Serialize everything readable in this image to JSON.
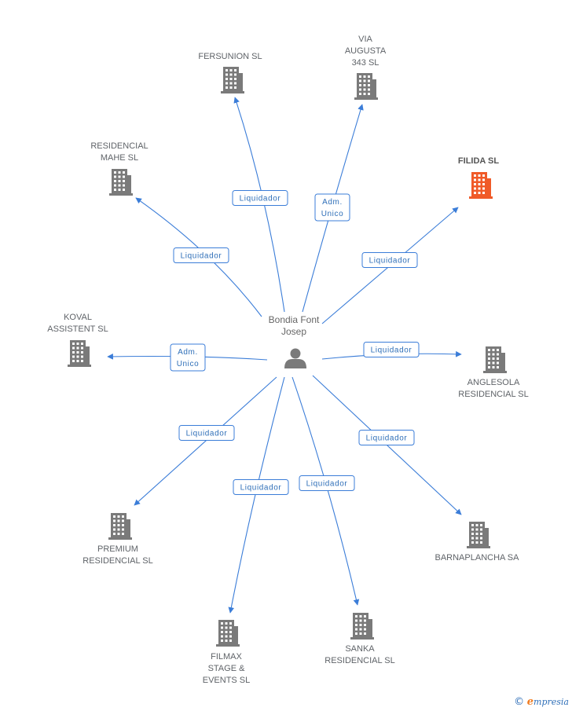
{
  "center": {
    "label_lines": [
      "Bondia Font",
      "Josep"
    ],
    "icon": "person-icon"
  },
  "nodes": [
    {
      "id": "fersunion",
      "label_lines": [
        "FERSUNION SL"
      ],
      "relation": [
        "Liquidador"
      ],
      "icon": "building-icon"
    },
    {
      "id": "via-augusta",
      "label_lines": [
        "VIA",
        "AUGUSTA",
        "343 SL"
      ],
      "relation": [
        "Adm.",
        "Unico"
      ],
      "icon": "building-icon"
    },
    {
      "id": "filida",
      "label_lines": [
        "FILIDA SL"
      ],
      "relation": [
        "Liquidador"
      ],
      "icon": "building-icon",
      "highlight": true
    },
    {
      "id": "residencial-mahe",
      "label_lines": [
        "RESIDENCIAL",
        "MAHE SL"
      ],
      "relation": [
        "Liquidador"
      ],
      "icon": "building-icon"
    },
    {
      "id": "koval",
      "label_lines": [
        "KOVAL",
        "ASSISTENT SL"
      ],
      "relation": [
        "Adm.",
        "Unico"
      ],
      "icon": "building-icon"
    },
    {
      "id": "anglesola",
      "label_lines": [
        "ANGLESOLA",
        "RESIDENCIAL SL"
      ],
      "relation": [
        "Liquidador"
      ],
      "icon": "building-icon"
    },
    {
      "id": "premium",
      "label_lines": [
        "PREMIUM",
        "RESIDENCIAL SL"
      ],
      "relation": [
        "Liquidador"
      ],
      "icon": "building-icon"
    },
    {
      "id": "barnaplancha",
      "label_lines": [
        "BARNAPLANCHA SA"
      ],
      "relation": [
        "Liquidador"
      ],
      "icon": "building-icon"
    },
    {
      "id": "filmax",
      "label_lines": [
        "FILMAX",
        "STAGE &",
        "EVENTS SL"
      ],
      "relation": [
        "Liquidador"
      ],
      "icon": "building-icon"
    },
    {
      "id": "sanka",
      "label_lines": [
        "SANKA",
        "RESIDENCIAL SL"
      ],
      "relation": [
        "Liquidador"
      ],
      "icon": "building-icon"
    }
  ],
  "colors": {
    "edge": "#3b7dd8",
    "building": "#7a7a7a",
    "highlight": "#f05a28",
    "person": "#7a7a7a"
  },
  "footer": {
    "symbol": "©",
    "brand_initial": "e",
    "brand_rest": "mpresia"
  }
}
